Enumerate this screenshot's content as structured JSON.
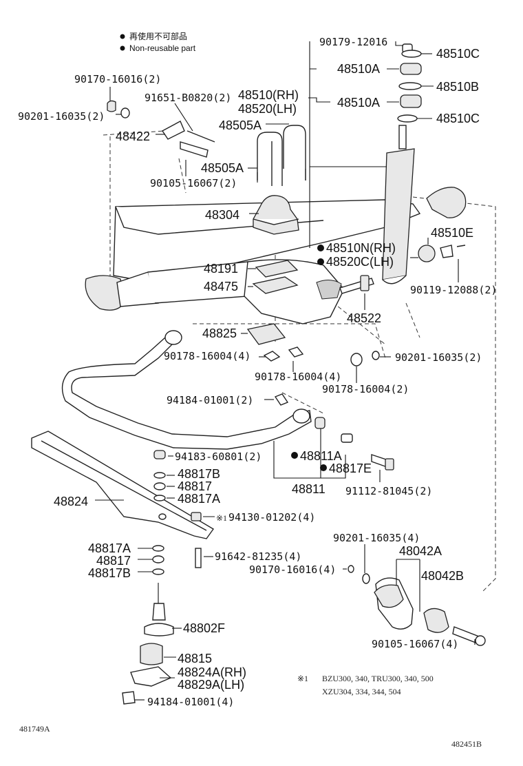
{
  "legend": {
    "jp": "再使用不可部品",
    "en": "Non-reusable part"
  },
  "labels": {
    "p90170_16016_2": "90170-16016(2)",
    "p90201_16035_2a": "90201-16035(2)",
    "p91651_B0820_2": "91651-B0820(2)",
    "p48422": "48422",
    "p90105_16067_2": "90105-16067(2)",
    "p48510_rh": "48510(RH)",
    "p48520_lh": "48520(LH)",
    "p48505A_top": "48505A",
    "p48505A": "48505A",
    "p48304": "48304",
    "p90179_12016": "90179-12016",
    "p48510C_1": "48510C",
    "p48510A_1": "48510A",
    "p48510B": "48510B",
    "p48510A_2": "48510A",
    "p48510C_2": "48510C",
    "p48510E": "48510E",
    "p48510N_rh": "48510N(RH)",
    "p48520C_lh": "48520C(LH)",
    "p90119_12088_2": "90119-12088(2)",
    "p48191": "48191",
    "p48475": "48475",
    "p48522": "48522",
    "p48825": "48825",
    "p90178_16004_4a": "90178-16004(4)",
    "p90178_16004_4b": "90178-16004(4)",
    "p90178_16004_2": "90178-16004(2)",
    "p90201_16035_2b": "90201-16035(2)",
    "p94184_01001_2": "94184-01001(2)",
    "p94183_60801_2": "94183-60801(2)",
    "p48817B_1": "48817B",
    "p48817_1": "48817",
    "p48817A_1": "48817A",
    "p48824": "48824",
    "p94130_01202_4": "94130-01202(4)",
    "p48811A": "48811A",
    "p48817E": "48817E",
    "p48811": "48811",
    "p91112_81045_2": "91112-81045(2)",
    "p48817A_2": "48817A",
    "p48817_2": "48817",
    "p48817B_2": "48817B",
    "p91642_81235_4": "91642-81235(4)",
    "p90170_16016_4": "90170-16016(4)",
    "p90201_16035_4": "90201-16035(4)",
    "p48042A": "48042A",
    "p48042B": "48042B",
    "p48802F": "48802F",
    "p48815": "48815",
    "p48824A_rh": "48824A(RH)",
    "p48829A_lh": "48829A(LH)",
    "p94184_01001_4": "94184-01001(4)",
    "p90105_16067_4": "90105-16067(4)"
  },
  "footnote": {
    "mark": "※1",
    "line1": "BZU300, 340, TRU300, 340, 500",
    "line2": "XZU304, 334, 344, 504",
    "ref_mark": "※1"
  },
  "codes": {
    "left": "481749A",
    "right": "482451B"
  }
}
